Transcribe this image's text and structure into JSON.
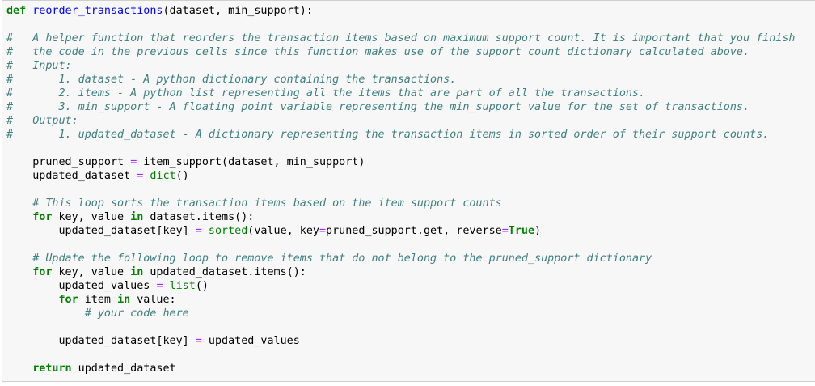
{
  "cell": {
    "lines": [
      [
        {
          "t": "kw",
          "v": "def"
        },
        {
          "t": "",
          "v": " "
        },
        {
          "t": "fn",
          "v": "reorder_transactions"
        },
        {
          "t": "",
          "v": "(dataset, min_support):"
        }
      ],
      [],
      [
        {
          "t": "cm",
          "v": "#   A helper function that reorders the transaction items based on maximum support count. It is important that you finish"
        }
      ],
      [
        {
          "t": "cm",
          "v": "#   the code in the previous cells since this function makes use of the support count dictionary calculated above."
        }
      ],
      [
        {
          "t": "cm",
          "v": "#   Input:"
        }
      ],
      [
        {
          "t": "cm",
          "v": "#       1. dataset - A python dictionary containing the transactions."
        }
      ],
      [
        {
          "t": "cm",
          "v": "#       2. items - A python list representing all the items that are part of all the transactions."
        }
      ],
      [
        {
          "t": "cm",
          "v": "#       3. min_support - A floating point variable representing the min_support value for the set of transactions."
        }
      ],
      [
        {
          "t": "cm",
          "v": "#   Output:"
        }
      ],
      [
        {
          "t": "cm",
          "v": "#       1. updated_dataset - A dictionary representing the transaction items in sorted order of their support counts."
        }
      ],
      [],
      [
        {
          "t": "",
          "v": "    pruned_support "
        },
        {
          "t": "op",
          "v": "="
        },
        {
          "t": "",
          "v": " item_support(dataset, min_support)"
        }
      ],
      [
        {
          "t": "",
          "v": "    updated_dataset "
        },
        {
          "t": "op",
          "v": "="
        },
        {
          "t": "",
          "v": " "
        },
        {
          "t": "bi",
          "v": "dict"
        },
        {
          "t": "",
          "v": "()"
        }
      ],
      [],
      [
        {
          "t": "",
          "v": "    "
        },
        {
          "t": "cm",
          "v": "# This loop sorts the transaction items based on the item support counts"
        }
      ],
      [
        {
          "t": "",
          "v": "    "
        },
        {
          "t": "kw",
          "v": "for"
        },
        {
          "t": "",
          "v": " key, value "
        },
        {
          "t": "kw",
          "v": "in"
        },
        {
          "t": "",
          "v": " dataset.items():"
        }
      ],
      [
        {
          "t": "",
          "v": "        updated_dataset[key] "
        },
        {
          "t": "op",
          "v": "="
        },
        {
          "t": "",
          "v": " "
        },
        {
          "t": "bi",
          "v": "sorted"
        },
        {
          "t": "",
          "v": "(value, key"
        },
        {
          "t": "op",
          "v": "="
        },
        {
          "t": "",
          "v": "pruned_support.get, reverse"
        },
        {
          "t": "op",
          "v": "="
        },
        {
          "t": "kw",
          "v": "True"
        },
        {
          "t": "",
          "v": ")"
        }
      ],
      [],
      [
        {
          "t": "",
          "v": "    "
        },
        {
          "t": "cm",
          "v": "# Update the following loop to remove items that do not belong to the pruned_support dictionary"
        }
      ],
      [
        {
          "t": "",
          "v": "    "
        },
        {
          "t": "kw",
          "v": "for"
        },
        {
          "t": "",
          "v": " key, value "
        },
        {
          "t": "kw",
          "v": "in"
        },
        {
          "t": "",
          "v": " updated_dataset.items():"
        }
      ],
      [
        {
          "t": "",
          "v": "        updated_values "
        },
        {
          "t": "op",
          "v": "="
        },
        {
          "t": "",
          "v": " "
        },
        {
          "t": "bi",
          "v": "list"
        },
        {
          "t": "",
          "v": "()"
        }
      ],
      [
        {
          "t": "",
          "v": "        "
        },
        {
          "t": "kw",
          "v": "for"
        },
        {
          "t": "",
          "v": " item "
        },
        {
          "t": "kw",
          "v": "in"
        },
        {
          "t": "",
          "v": " value:"
        }
      ],
      [
        {
          "t": "",
          "v": "            "
        },
        {
          "t": "cm",
          "v": "# your code here"
        }
      ],
      [],
      [
        {
          "t": "",
          "v": "        updated_dataset[key] "
        },
        {
          "t": "op",
          "v": "="
        },
        {
          "t": "",
          "v": " updated_values"
        }
      ],
      [],
      [
        {
          "t": "",
          "v": "    "
        },
        {
          "t": "kw",
          "v": "return"
        },
        {
          "t": "",
          "v": " updated_dataset"
        }
      ]
    ]
  }
}
